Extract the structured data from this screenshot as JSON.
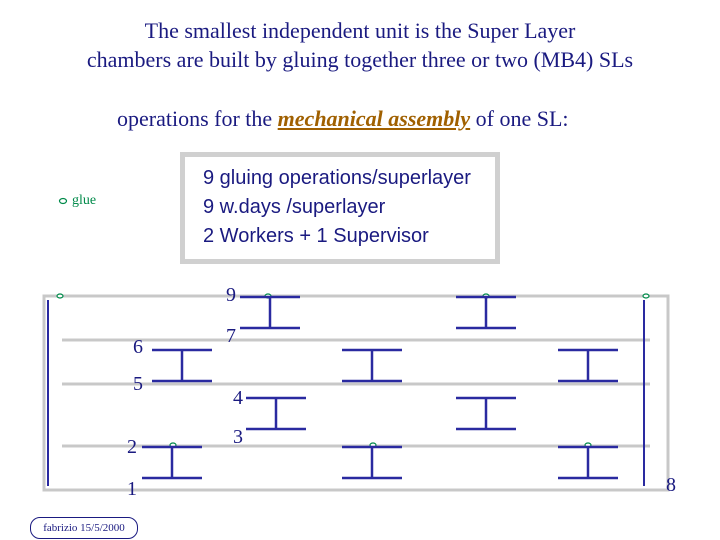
{
  "title": {
    "line1": "The smallest  independent unit is the Super Layer",
    "line2": "chambers are built by gluing together three or two (MB4) SLs"
  },
  "operations": {
    "prefix": "operations for  the  ",
    "highlight": "mechanical  assembly",
    "suffix": " of one SL:"
  },
  "info_box": {
    "line1": "9 gluing operations/superlayer",
    "line2": "9 w.days /superlayer",
    "line3": "2 Workers + 1 Supervisor"
  },
  "legend": {
    "glue_label": "glue"
  },
  "steps": {
    "s9": "9",
    "s7": "7",
    "s6": "6",
    "s5": "5",
    "s4": "4",
    "s3": "3",
    "s2": "2",
    "s1": "1",
    "s8": "8"
  },
  "footer": "fabrizio  15/5/2000",
  "colors": {
    "text": "#1a1a80",
    "glue": "#008a4a",
    "highlight": "#a06000",
    "frame": "#c8c8c8",
    "layer": "#2a2aa0"
  }
}
